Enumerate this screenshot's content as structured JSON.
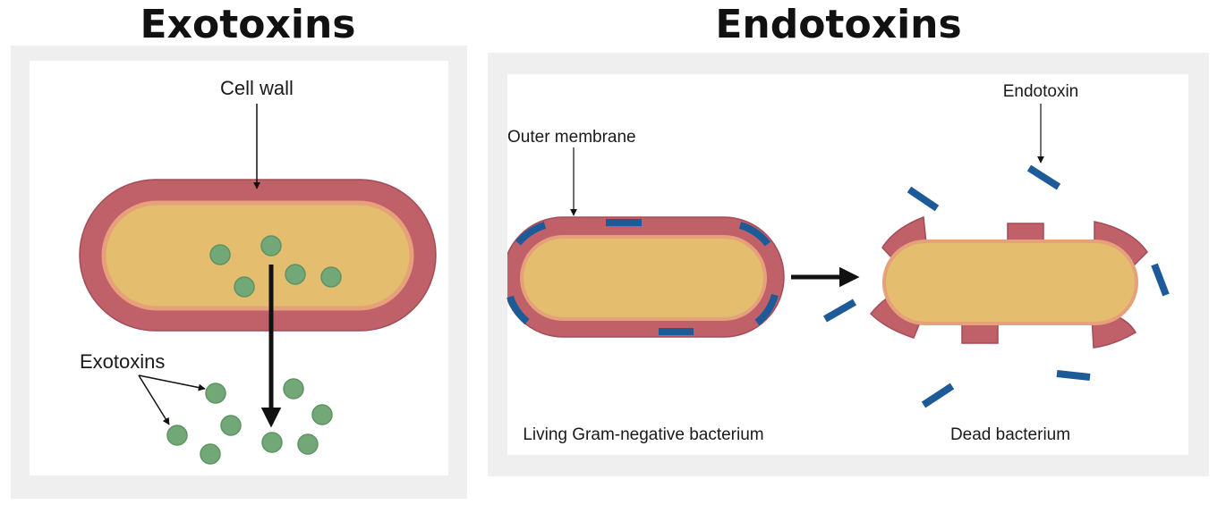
{
  "exotoxins_panel": {
    "title": "Exotoxins",
    "cell_wall_label": "Cell wall",
    "exotoxins_label": "Exotoxins"
  },
  "endotoxins_panel": {
    "title": "Endotoxins",
    "outer_membrane_label": "Outer membrane",
    "endotoxin_label": "Endotoxin",
    "living_caption": "Living Gram-negative bacterium",
    "dead_caption": "Dead bacterium"
  },
  "colors": {
    "cell_wall": "#c0616a",
    "cytoplasm": "#e4bd6e",
    "inner_ring": "#e6a07a",
    "toxin_green": "#72a877",
    "endotoxin_blue": "#1c5b98",
    "frame": "#efefef"
  }
}
